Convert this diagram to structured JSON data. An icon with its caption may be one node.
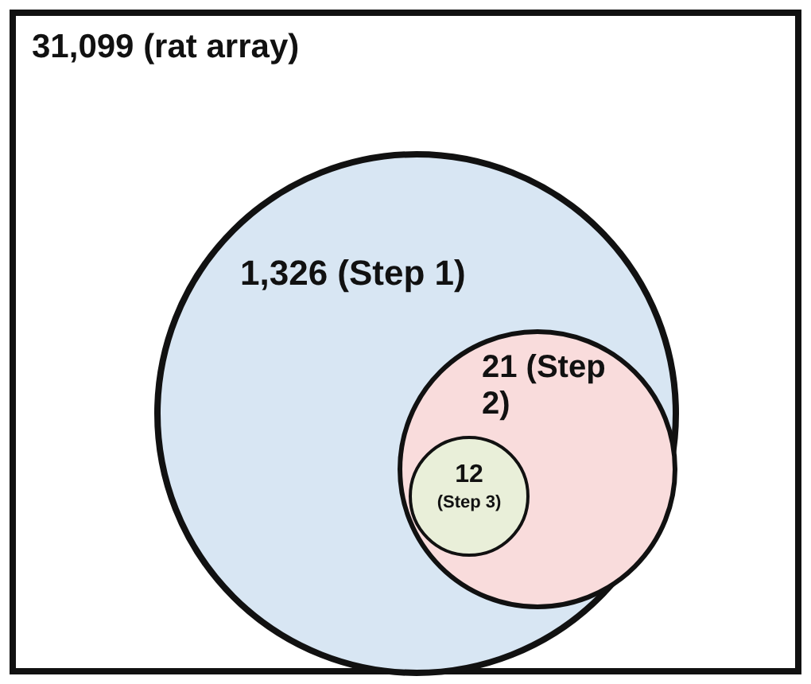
{
  "diagram": {
    "nodes": [
      {
        "text": [
          "31,099 (rat array)"
        ]
      },
      {
        "text": [
          "1,326 (Step 1)"
        ],
        "in": 0
      },
      {
        "text": [
          "21 (Step 2)"
        ],
        "in": 1
      },
      {
        "text": [
          "12",
          "(Step 3)"
        ],
        "in": 2
      }
    ]
  }
}
